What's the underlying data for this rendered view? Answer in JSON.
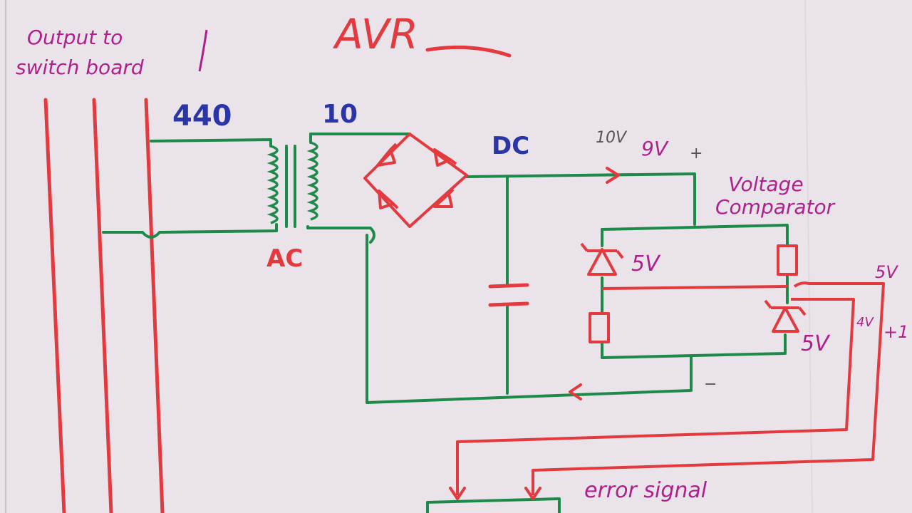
{
  "title": "AVR",
  "labels": {
    "output_note_line1": "Output to",
    "output_note_line2": "switch board",
    "primary_voltage": "440",
    "secondary_voltage": "10",
    "ac": "AC",
    "dc": "DC",
    "ten_v": "10V",
    "nine_v": "9V",
    "plus": "+",
    "minus": "−",
    "comparator_line1": "Voltage",
    "comparator_line2": "Comparator",
    "zener_left": "5V",
    "zener_right": "5V",
    "right_5v": "5V",
    "right_4v": "4V",
    "right_plus1": "+1",
    "error_signal": "error signal"
  },
  "colors": {
    "paper": "#eae4ea",
    "red": "#e23a3e",
    "green": "#1e8a4a",
    "blue": "#2a36a8",
    "magenta": "#b0208a",
    "pencil": "#555555"
  }
}
